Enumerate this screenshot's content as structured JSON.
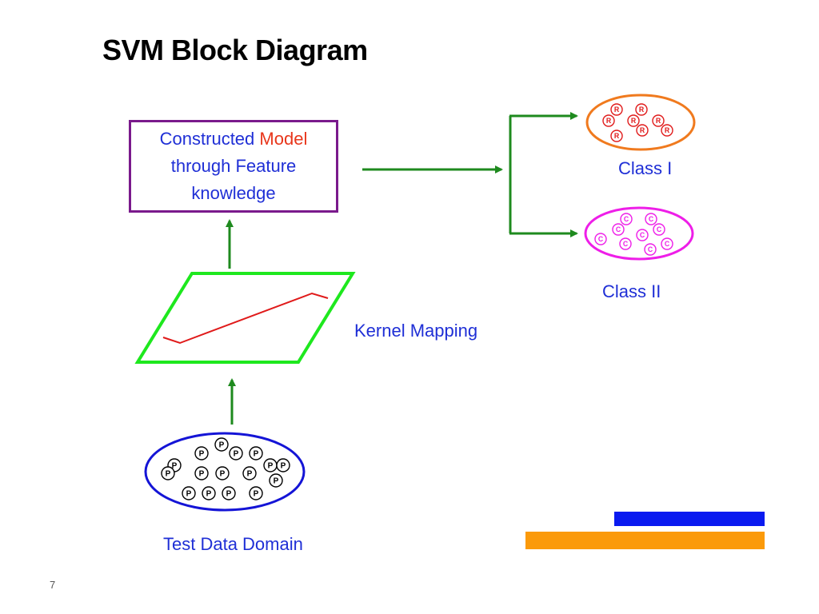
{
  "slide": {
    "title": "SVM Block Diagram",
    "page_number": "7"
  },
  "model_box": {
    "line1_a": "Constructed",
    "line1_b": "Model",
    "line2": "through Feature",
    "line3": "knowledge"
  },
  "labels": {
    "class_one": "Class I",
    "class_two": "Class II",
    "kernel": "Kernel Mapping",
    "test_domain": "Test Data Domain"
  },
  "symbols": {
    "class_one": "R",
    "class_two": "C",
    "test_domain": "P"
  },
  "colors": {
    "text_blue": "#1f2fd6",
    "accent_red": "#e8361b",
    "model_border": "#7a1a8c",
    "arrow_green": "#1e8a1e",
    "kernel_border": "#1ee81e",
    "kernel_line": "#e01a1a",
    "class_one_border": "#f07a1e",
    "class_one_symbol": "#e01a1a",
    "class_two_border": "#ee1ee8",
    "class_two_symbol": "#ee1ee8",
    "test_border": "#1414d6",
    "test_symbol": "#000000",
    "bar_blue": "#0a1af0",
    "bar_orange": "#fb9a0a"
  }
}
